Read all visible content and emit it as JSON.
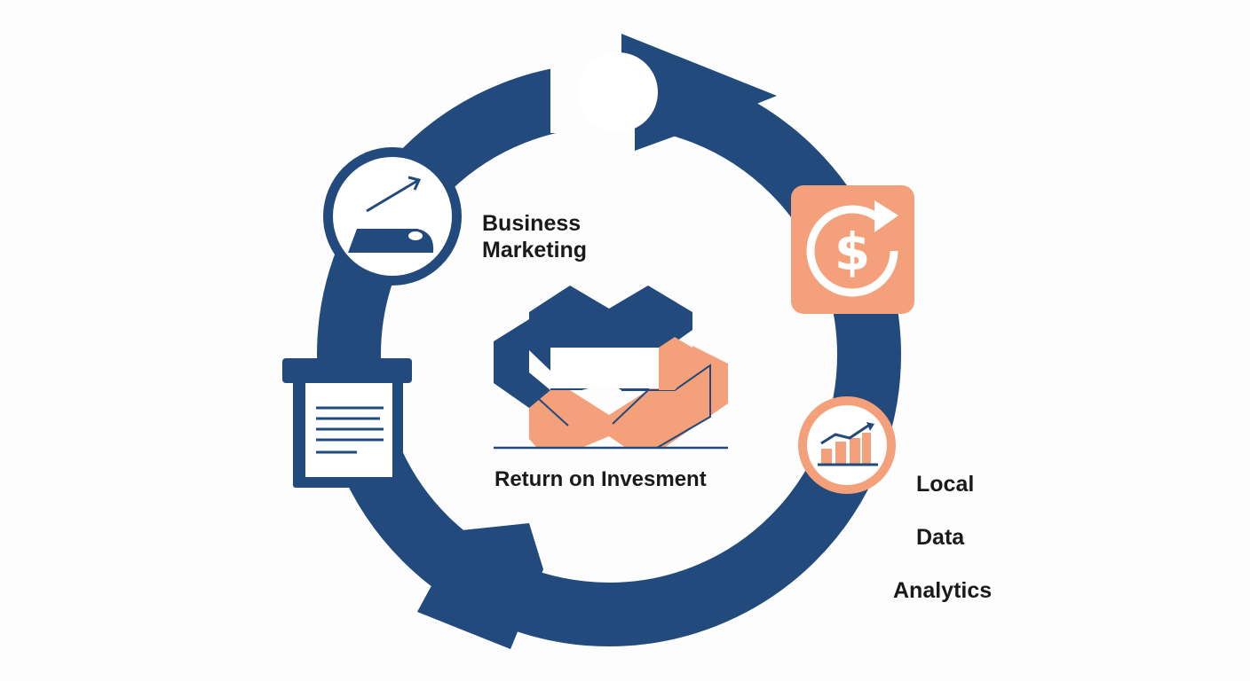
{
  "labels": {
    "business_marketing": "Business\nMarketing",
    "local_data_analytics": [
      "Local",
      "Data",
      "Analytics"
    ],
    "return_on_investment": "Return on Invesment"
  },
  "icons": {
    "top": "circle-placeholder-icon",
    "marketing": "growth-arrow-icon",
    "document": "document-icon",
    "revenue": "dollar-cycle-icon",
    "analytics": "bar-chart-icon",
    "center": "interlocking-hexagons-icon"
  },
  "colors": {
    "navy": "#234a7c",
    "orange": "#f4a07a",
    "orange_dark": "#ee936c",
    "white": "#ffffff",
    "text": "#1a1a1a"
  }
}
